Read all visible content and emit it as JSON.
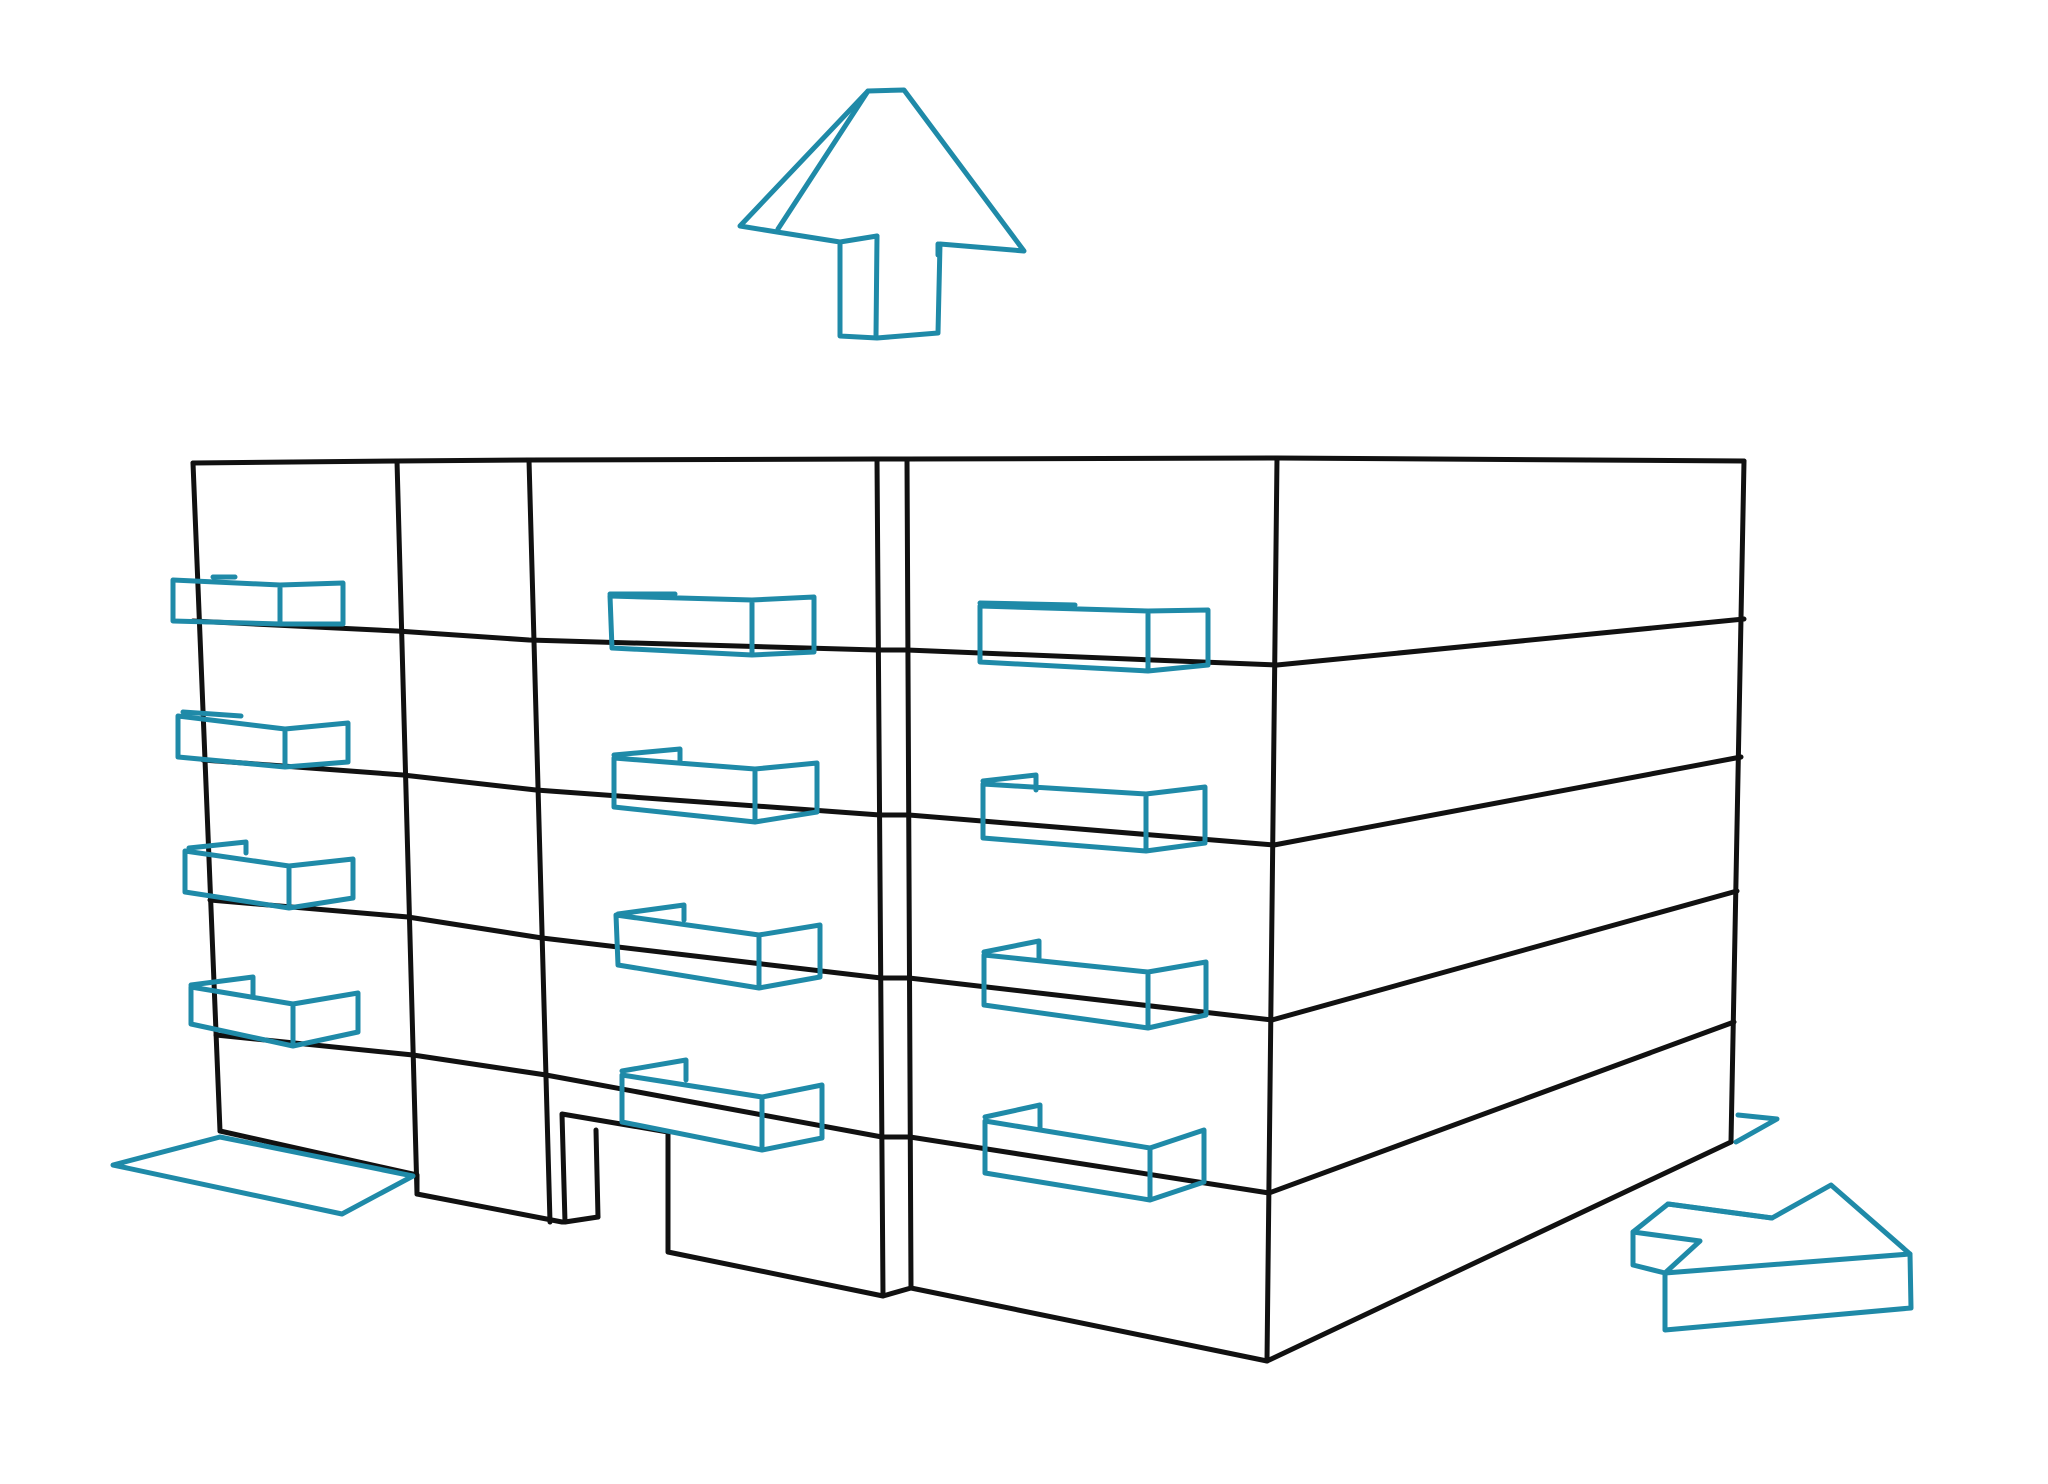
{
  "colors": {
    "building": "#111111",
    "accent": "#1f8aa8",
    "background": "#ffffff"
  },
  "diagram": {
    "subject": "apartment-building",
    "floors": 5,
    "front_balconies": 12,
    "entrance": "ground-floor-door",
    "arrows": [
      "up-arrow",
      "right-arrow"
    ]
  }
}
